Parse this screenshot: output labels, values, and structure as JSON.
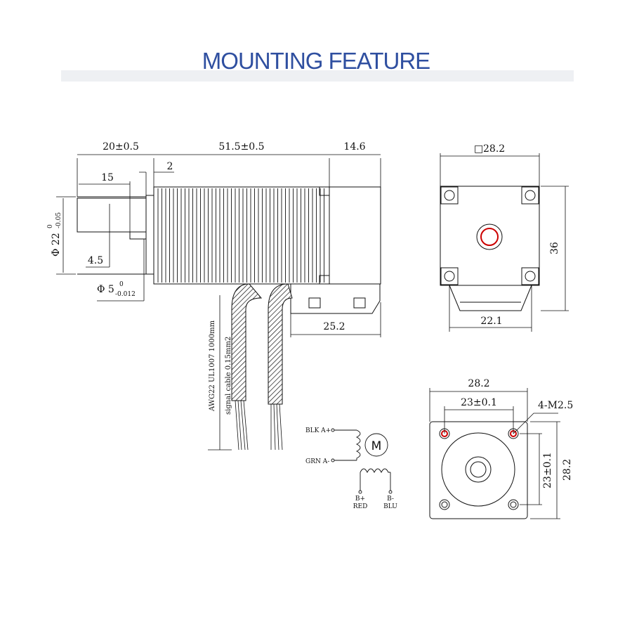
{
  "title": "MOUNTING FEATURE",
  "side_view": {
    "length_body": "51.5±0.5",
    "length_shaft": "20±0.5",
    "length_rear": "14.6",
    "flat_length": "15",
    "boss": "2",
    "flat_depth": "4.5",
    "boss_dia": "Φ 22",
    "boss_tol_upper": "0",
    "boss_tol_lower": "-0.05",
    "shaft_dia": "Φ 5",
    "shaft_tol_upper": "0",
    "shaft_tol_lower": "-0.012",
    "connector_width": "25.2",
    "cable_spec_1": "AWG22 UL1007 1000mm",
    "cable_spec_2": "signal cable 0.15mm2"
  },
  "rear_view": {
    "width": "28.2",
    "width_symbol": "□",
    "height": "36",
    "bottom_width": "22.1"
  },
  "front_view": {
    "width": "28.2",
    "hole_spacing_x": "23±0.1",
    "hole_spacing_y": "23±0.1",
    "height": "28.2",
    "holes": "4-M2.5"
  },
  "wiring": {
    "a_plus": "BLK A+",
    "a_minus": "GRN A-",
    "motor": "M",
    "b_plus": "B+",
    "b_minus": "B-",
    "b_plus_color": "RED",
    "b_minus_color": "BLU"
  },
  "colors": {
    "title": "#2f4fa0",
    "accent_red": "#cc0000"
  }
}
